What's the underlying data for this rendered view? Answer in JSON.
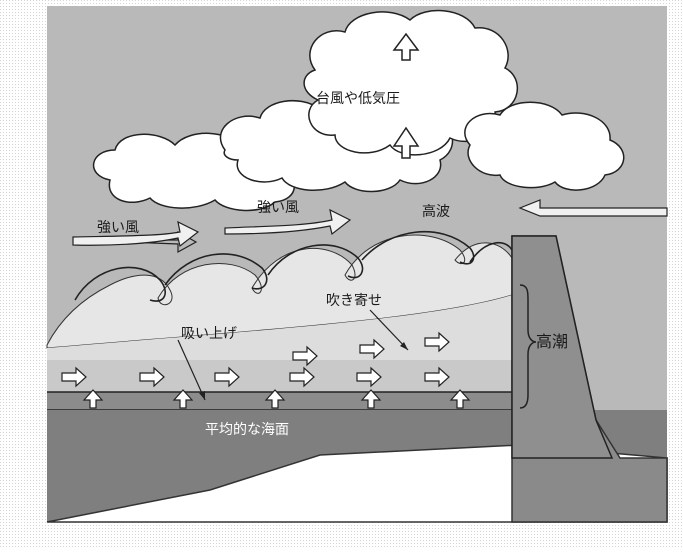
{
  "labels": {
    "cloud": "台風や低気圧",
    "wind_left": "強い風",
    "wind_center": "強い風",
    "high_waves": "高波",
    "wind_setup": "吹き寄せ",
    "suction": "吸い上げ",
    "storm_surge": "高潮",
    "mean_sea_level": "平均的な海面"
  },
  "colors": {
    "sky": "#b9b9b9",
    "cloud_fill": "#ffffff",
    "wave_fill": "#e6e6e6",
    "sea": "#c9c9c9",
    "sea_band": "#8c8c8c",
    "deep_sea": "#7f7f7f",
    "seabed": "#ffffff",
    "seawall": "#8a8a8a"
  }
}
